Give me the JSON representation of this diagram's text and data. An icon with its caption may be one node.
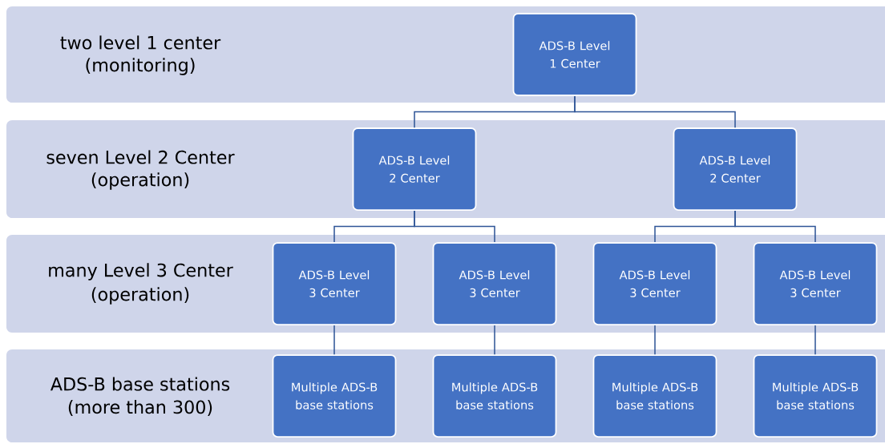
{
  "diagram": {
    "nodes": [
      {
        "text": [
          "two level 1 center",
          "(monitoring)"
        ]
      },
      {
        "text": [
          "ADS-B Level 1 Center"
        ],
        "in": 0
      },
      {
        "text": [
          "seven Level 2 Center",
          "(operation)"
        ]
      },
      {
        "text": [
          "ADS-B Level 2 Center"
        ],
        "in": 2
      },
      {
        "text": [
          "ADS-B Level 2 Center"
        ],
        "in": 2
      },
      {
        "text": [
          "many Level 3 Center",
          "(operation)"
        ]
      },
      {
        "text": [
          "ADS-B Level 3 Center"
        ],
        "in": 5
      },
      {
        "text": [
          "ADS-B Level 3 Center"
        ],
        "in": 5
      },
      {
        "text": [
          "ADS-B Level 3 Center"
        ],
        "in": 5
      },
      {
        "text": [
          "ADS-B Level 3 Center"
        ],
        "in": 5
      },
      {
        "text": [
          "ADS-B base stations",
          "(more than 300)"
        ]
      },
      {
        "text": [
          "Multiple ADS-B base stations"
        ],
        "in": 10
      },
      {
        "text": [
          "Multiple ADS-B base stations"
        ],
        "in": 10
      },
      {
        "text": [
          "Multiple ADS-B base stations"
        ],
        "in": 10
      },
      {
        "text": [
          "Multiple ADS-B base stations"
        ],
        "in": 10
      }
    ],
    "edges": [
      {
        "from": 1,
        "to": 3,
        "arrow": "none"
      },
      {
        "from": 1,
        "to": 4,
        "arrow": "none"
      },
      {
        "from": 3,
        "to": 6,
        "arrow": "none"
      },
      {
        "from": 3,
        "to": 7,
        "arrow": "none"
      },
      {
        "from": 4,
        "to": 8,
        "arrow": "none"
      },
      {
        "from": 4,
        "to": 9,
        "arrow": "none"
      },
      {
        "from": 6,
        "to": 11,
        "arrow": "none"
      },
      {
        "from": 7,
        "to": 12,
        "arrow": "none"
      },
      {
        "from": 8,
        "to": 13,
        "arrow": "none"
      },
      {
        "from": 9,
        "to": 14,
        "arrow": "none"
      }
    ]
  }
}
